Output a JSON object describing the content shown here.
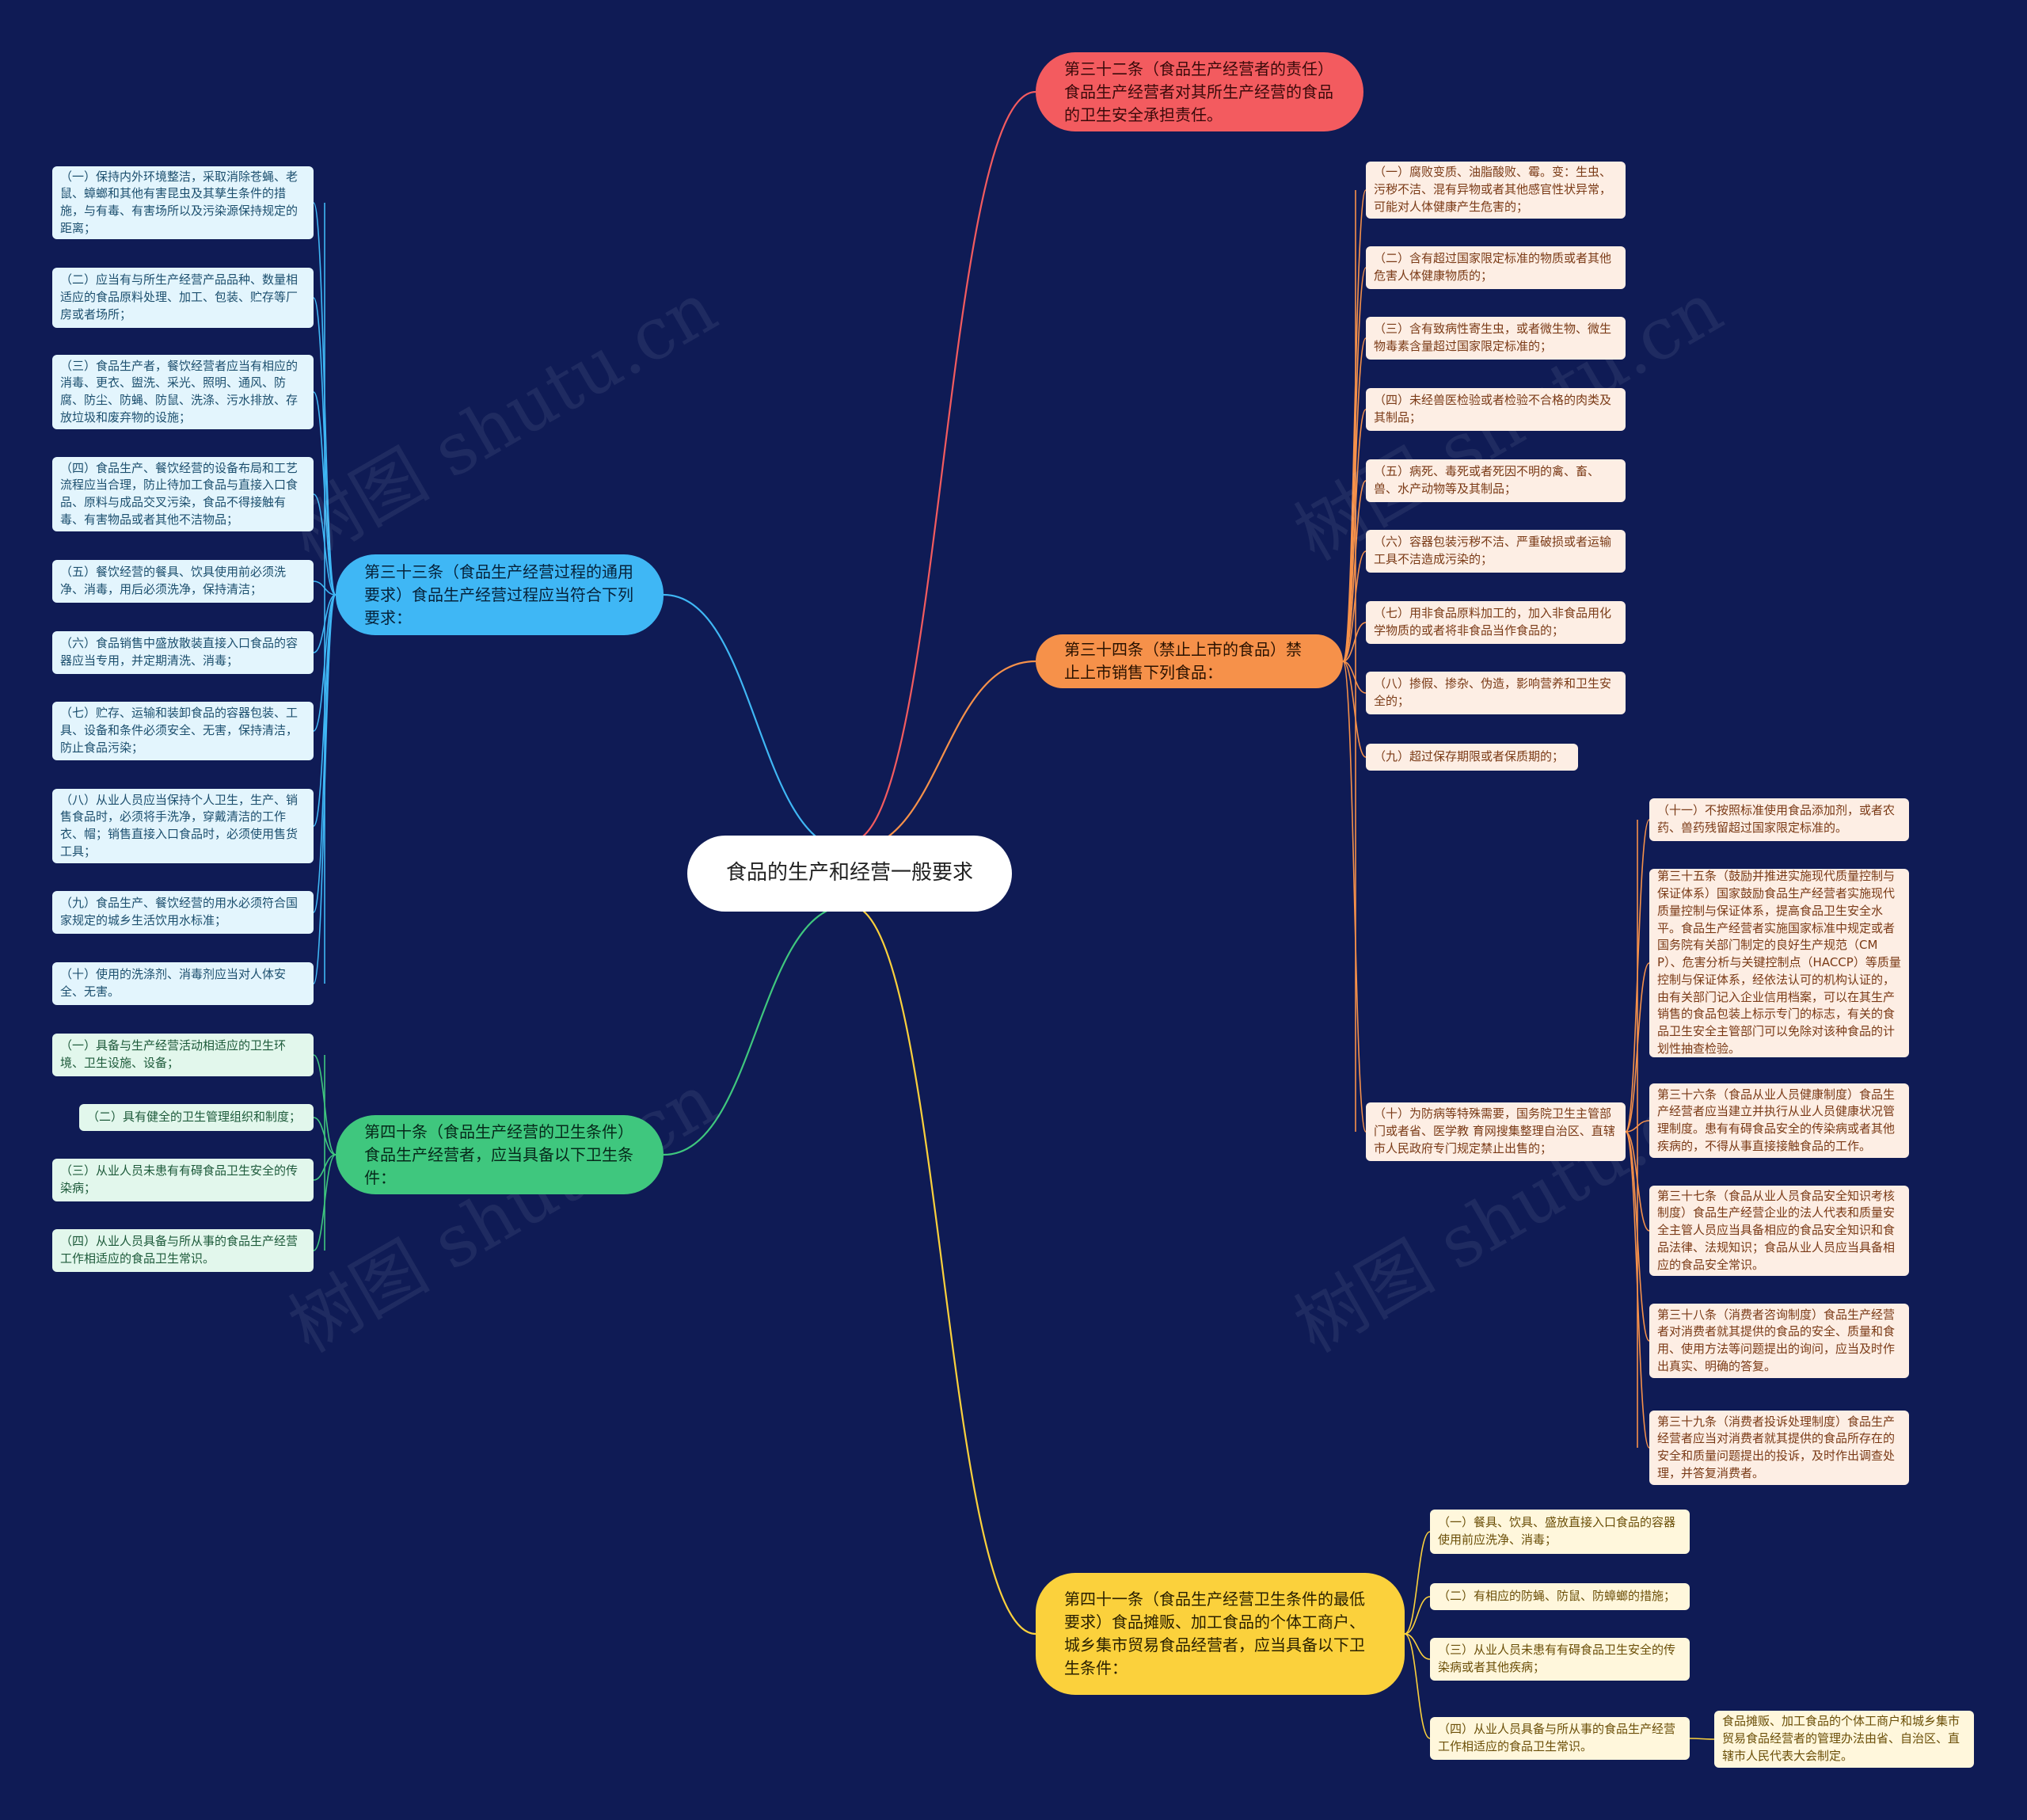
{
  "colors": {
    "background": "#0f1b55",
    "red": "#f35b5f",
    "orange": "#f6914a",
    "yellow": "#fbd13c",
    "blue": "#3fb7f5",
    "green": "#3fc77e"
  },
  "watermark": "树图 shutu.cn",
  "root": {
    "text": "食品的生产和经营一般要求"
  },
  "art32": {
    "text": "第三十二条（食品生产经营者的责任）食品生产经营者对其所生产经营的食品的卫生安全承担责任。"
  },
  "art34": {
    "text": "第三十四条（禁止上市的食品）禁止上市销售下列食品：",
    "items": [
      "（一）腐败变质、油脂酸败、霉。变：生虫、污秽不洁、混有异物或者其他感官性状异常，可能对人体健康产生危害的；",
      "（二）含有超过国家限定标准的物质或者其他危害人体健康物质的；",
      "（三）含有致病性寄生虫，或者微生物、微生物毒素含量超过国家限定标准的；",
      "（四）未经兽医检验或者检验不合格的肉类及其制品；",
      "（五）病死、毒死或者死因不明的禽、畜、兽、水产动物等及其制品；",
      "（六）容器包装污秽不洁、严重破损或者运输工具不洁造成污染的；",
      "（七）用非食品原料加工的，加入非食品用化学物质的或者将非食品当作食品的；",
      "（八）掺假、掺杂、伪造，影响营养和卫生安全的；",
      "（九）超过保存期限或者保质期的；",
      "（十）为防病等特殊需要，国务院卫生主管部门或者省、医学教 育网搜集整理自治区、直辖市人民政府专门规定禁止出售的；"
    ],
    "sub": [
      "（十一）不按照标准使用食品添加剂，或者农药、兽药残留超过国家限定标准的。",
      "第三十五条（鼓励并推进实施现代质量控制与保证体系）国家鼓励食品生产经营者实施现代质量控制与保证体系，提高食品卫生安全水平。食品生产经营者实施国家标准中规定或者国务院有关部门制定的良好生产规范（CMP）、危害分析与关键控制点（HACCP）等质量控制与保证体系，经依法认可的机构认证的，由有关部门记入企业信用档案，可以在其生产销售的食品包装上标示专门的标志，有关的食品卫生安全主管部门可以免除对该种食品的计划性抽查检验。",
      "第三十六条（食品从业人员健康制度）食品生产经营者应当建立并执行从业人员健康状况管理制度。患有有碍食品安全的传染病或者其他疾病的，不得从事直接接触食品的工作。",
      "第三十七条（食品从业人员食品安全知识考核制度）食品生产经营企业的法人代表和质量安全主管人员应当具备相应的食品安全知识和食品法律、法规知识；食品从业人员应当具备相应的食品安全常识。",
      "第三十八条（消费者咨询制度）食品生产经营者对消费者就其提供的食品的安全、质量和食用、使用方法等问题提出的询问，应当及时作出真实、明确的答复。",
      "第三十九条（消费者投诉处理制度）食品生产经营者应当对消费者就其提供的食品所存在的安全和质量问题提出的投诉，及时作出调查处理，并答复消费者。"
    ]
  },
  "art41": {
    "text": "第四十一条（食品生产经营卫生条件的最低要求）食品摊贩、加工食品的个体工商户、城乡集市贸易食品经营者，应当具备以下卫生条件：",
    "items": [
      "（一）餐具、饮具、盛放直接入口食品的容器使用前应洗净、消毒；",
      "（二）有相应的防蝇、防鼠、防蟑螂的措施；",
      "（三）从业人员未患有有碍食品卫生安全的传染病或者其他疾病；",
      "（四）从业人员具备与所从事的食品生产经营工作相适应的食品卫生常识。"
    ],
    "sub": "食品摊贩、加工食品的个体工商户和城乡集市贸易食品经营者的管理办法由省、自治区、直辖市人民代表大会制定。"
  },
  "art33": {
    "text": "第三十三条（食品生产经营过程的通用要求）食品生产经营过程应当符合下列要求：",
    "items": [
      "（一）保持内外环境整洁，采取消除苍蝇、老鼠、蟑螂和其他有害昆虫及其孳生条件的措施，与有毒、有害场所以及污染源保持规定的距离；",
      "（二）应当有与所生产经营产品品种、数量相适应的食品原料处理、加工、包装、贮存等厂房或者场所；",
      "（三）食品生产者，餐饮经营者应当有相应的消毒、更衣、盥洗、采光、照明、通风、防腐、防尘、防蝇、防鼠、洗涤、污水排放、存放垃圾和废弃物的设施；",
      "（四）食品生产、餐饮经营的设备布局和工艺流程应当合理，防止待加工食品与直接入口食品、原料与成品交叉污染，食品不得接触有毒、有害物品或者其他不洁物品；",
      "（五）餐饮经营的餐具、饮具使用前必须洗净、消毒，用后必须洗净，保持清洁；",
      "（六）食品销售中盛放散装直接入口食品的容器应当专用，并定期清洗、消毒；",
      "（七）贮存、运输和装卸食品的容器包装、工具、设备和条件必须安全、无害，保持清洁，防止食品污染；",
      "（八）从业人员应当保持个人卫生，生产、销售食品时，必须将手洗净，穿戴清洁的工作衣、帽；销售直接入口食品时，必须使用售货工具；",
      "（九）食品生产、餐饮经营的用水必须符合国家规定的城乡生活饮用水标准；",
      "（十）使用的洗涤剂、消毒剂应当对人体安全、无害。"
    ]
  },
  "art40": {
    "text": "第四十条（食品生产经营的卫生条件）食品生产经营者，应当具备以下卫生条件：",
    "items": [
      "（一）具备与生产经营活动相适应的卫生环境、卫生设施、设备；",
      "（二）具有健全的卫生管理组织和制度；",
      "（三）从业人员未患有有碍食品卫生安全的传染病；",
      "（四）从业人员具备与所从事的食品生产经营工作相适应的食品卫生常识。"
    ]
  }
}
